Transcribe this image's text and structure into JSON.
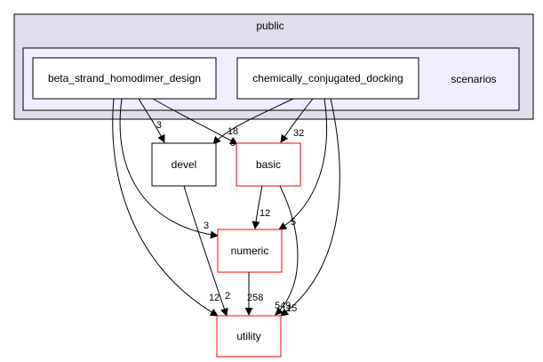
{
  "clusters": {
    "outer": {
      "label": "public",
      "fill": "#DFDFEC",
      "stroke": "#000000"
    },
    "inner": {
      "label": "scenarios",
      "fill": "#EEEEFF",
      "stroke": "#000000"
    }
  },
  "nodes": {
    "beta": {
      "label": "beta_strand_homodimer_design",
      "stroke": "#000000"
    },
    "chem": {
      "label": "chemically_conjugated_docking",
      "stroke": "#000000"
    },
    "devel": {
      "label": "devel",
      "stroke": "#000000"
    },
    "basic": {
      "label": "basic",
      "stroke": "#FF0000"
    },
    "numeric": {
      "label": "numeric",
      "stroke": "#FF0000"
    },
    "utility": {
      "label": "utility",
      "stroke": "#FF0000"
    }
  },
  "edges": [
    {
      "id": "beta-devel",
      "from": "beta_strand_homodimer_design",
      "to": "devel",
      "label": "3"
    },
    {
      "id": "beta-basic",
      "from": "beta_strand_homodimer_design",
      "to": "basic",
      "label": "18"
    },
    {
      "id": "beta-numeric",
      "from": "beta_strand_homodimer_design",
      "to": "numeric",
      "label": "3"
    },
    {
      "id": "beta-utility",
      "from": "beta_strand_homodimer_design",
      "to": "utility",
      "label": "12"
    },
    {
      "id": "chem-devel",
      "from": "chemically_conjugated_docking",
      "to": "devel",
      "label": "5"
    },
    {
      "id": "chem-basic",
      "from": "chemically_conjugated_docking",
      "to": "basic",
      "label": "32"
    },
    {
      "id": "chem-numeric",
      "from": "chemically_conjugated_docking",
      "to": "numeric",
      "label": "5"
    },
    {
      "id": "chem-utility",
      "from": "chemically_conjugated_docking",
      "to": "utility",
      "label": "15"
    },
    {
      "id": "devel-utility",
      "from": "devel",
      "to": "utility",
      "label": "2"
    },
    {
      "id": "basic-numeric",
      "from": "basic",
      "to": "numeric",
      "label": "12"
    },
    {
      "id": "basic-utility",
      "from": "basic",
      "to": "utility",
      "label": "549"
    },
    {
      "id": "numeric-utility",
      "from": "numeric",
      "to": "utility",
      "label": "258"
    }
  ]
}
